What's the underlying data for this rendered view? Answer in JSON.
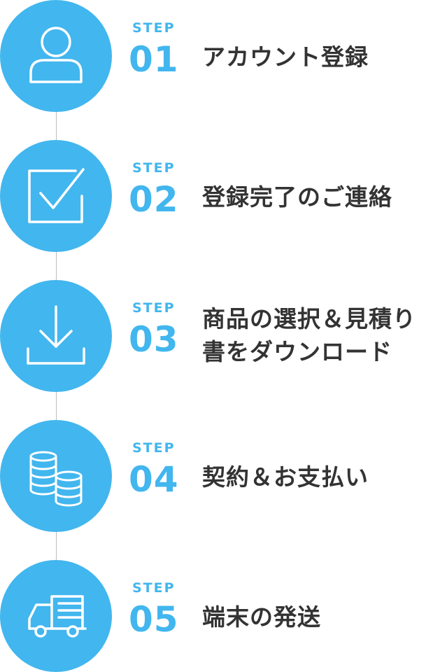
{
  "colors": {
    "accent": "#42b6ee",
    "text": "#333333",
    "connector": "#bdbdbd",
    "icon": "#ffffff"
  },
  "steps": [
    {
      "step_word": "STEP",
      "number": "01",
      "lines": [
        "アカウント登録"
      ],
      "icon": "person-icon"
    },
    {
      "step_word": "STEP",
      "number": "02",
      "lines": [
        "登録完了のご連絡"
      ],
      "icon": "checkbox-icon"
    },
    {
      "step_word": "STEP",
      "number": "03",
      "lines": [
        "商品の選択＆見積り",
        "書をダウンロード"
      ],
      "icon": "download-icon"
    },
    {
      "step_word": "STEP",
      "number": "04",
      "lines": [
        "契約＆お支払い"
      ],
      "icon": "coins-icon"
    },
    {
      "step_word": "STEP",
      "number": "05",
      "lines": [
        "端末の発送"
      ],
      "icon": "truck-icon"
    }
  ]
}
